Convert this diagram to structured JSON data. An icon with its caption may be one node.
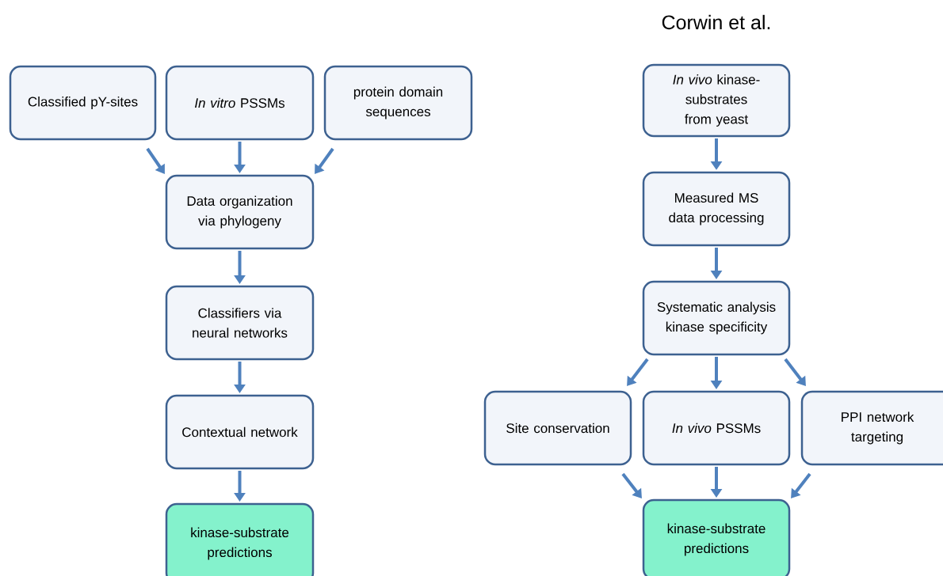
{
  "diagram": {
    "nodes": [
      {
        "text": [
          "Classified pY-sites"
        ]
      },
      {
        "text": [
          "*In vitro* PSSMs"
        ]
      },
      {
        "text": [
          "protein domain sequences"
        ]
      },
      {
        "text": [
          "Data organization via phylogeny"
        ]
      },
      {
        "text": [
          "Classifiers via neural networks"
        ]
      },
      {
        "text": [
          "Contextual network"
        ]
      },
      {
        "text": [
          "kinase-substrate predictions"
        ]
      },
      {
        "text": [
          "*In vivo* kinase-substrates from yeast"
        ]
      },
      {
        "text": [
          "Measured MS data processing"
        ]
      },
      {
        "text": [
          "Systematic analysis kinase specificity"
        ]
      },
      {
        "text": [
          "Site conservation"
        ]
      },
      {
        "text": [
          "*In vivo* PSSMs"
        ]
      },
      {
        "text": [
          "PPI network targeting"
        ]
      },
      {
        "text": [
          "kinase-substrate predictions"
        ]
      }
    ],
    "edges": [
      {
        "from": 0,
        "to": 3,
        "arrow": "to"
      },
      {
        "from": 1,
        "to": 3,
        "arrow": "to"
      },
      {
        "from": 2,
        "to": 3,
        "arrow": "to"
      },
      {
        "from": 3,
        "to": 4,
        "arrow": "to"
      },
      {
        "from": 4,
        "to": 5,
        "arrow": "to"
      },
      {
        "from": 5,
        "to": 6,
        "arrow": "to"
      },
      {
        "from": 7,
        "to": 8,
        "arrow": "to"
      },
      {
        "from": 8,
        "to": 9,
        "arrow": "to"
      },
      {
        "from": 9,
        "to": 10,
        "arrow": "to"
      },
      {
        "from": 9,
        "to": 11,
        "arrow": "to"
      },
      {
        "from": 9,
        "to": 12,
        "arrow": "to"
      },
      {
        "from": 10,
        "to": 13,
        "arrow": "to"
      },
      {
        "from": 11,
        "to": 13,
        "arrow": "to"
      },
      {
        "from": 12,
        "to": 13,
        "arrow": "to"
      }
    ],
    "labels": [
      "Corwin et al."
    ]
  }
}
